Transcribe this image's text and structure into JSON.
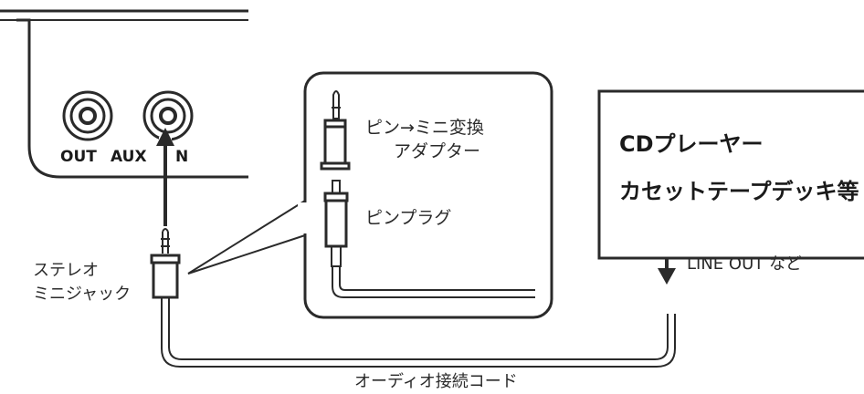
{
  "jack_labels": {
    "out": "OUT",
    "aux": "AUX",
    "in_fragment": "N"
  },
  "stereo_mini_jack": [
    "ステレオ",
    "ミニジャック"
  ],
  "adapter_label": [
    "ピン→ミニ変換",
    "アダプター"
  ],
  "pin_plug_label": "ピンプラグ",
  "source_device": [
    "CDプレーヤー",
    "カセットテープデッキ等"
  ],
  "line_out_label": "LINE OUT など",
  "audio_cord_label": "オーディオ接続コード",
  "colors": {
    "line": "#2a2a2a",
    "background": "#ffffff"
  },
  "icons": [
    "jack-socket-icon",
    "mini-plug-icon",
    "adapter-icon",
    "pin-plug-icon",
    "arrow-up-icon",
    "arrow-down-icon"
  ]
}
